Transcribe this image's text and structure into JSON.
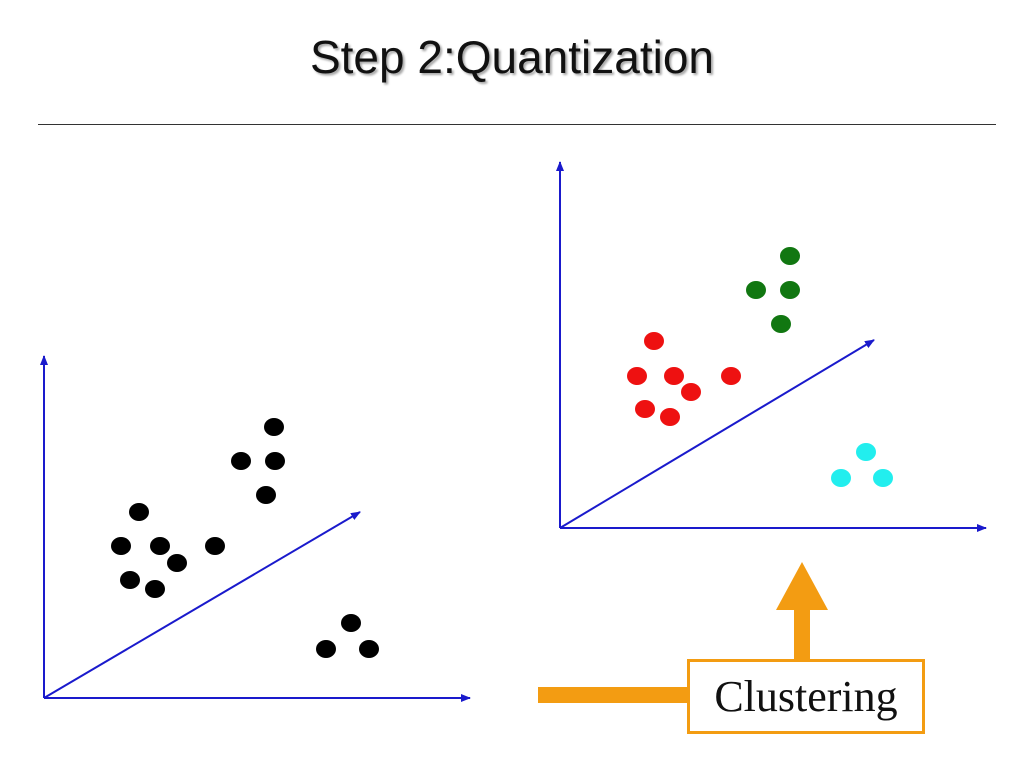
{
  "slide": {
    "title": "Step 2:Quantization",
    "process_label": "Clustering"
  },
  "colors": {
    "axis": "#1a1acc",
    "unclustered": "#000000",
    "cluster_red": "#ee1111",
    "cluster_green": "#117711",
    "cluster_cyan": "#22eeee",
    "arrow": "#f39c12"
  },
  "diagrams": {
    "left": {
      "name": "unclustered-plot",
      "groups": [
        "unclustered",
        "unclustered",
        "unclustered"
      ]
    },
    "right": {
      "name": "clustered-plot",
      "groups": [
        "cluster_red",
        "cluster_green",
        "cluster_cyan"
      ]
    }
  }
}
